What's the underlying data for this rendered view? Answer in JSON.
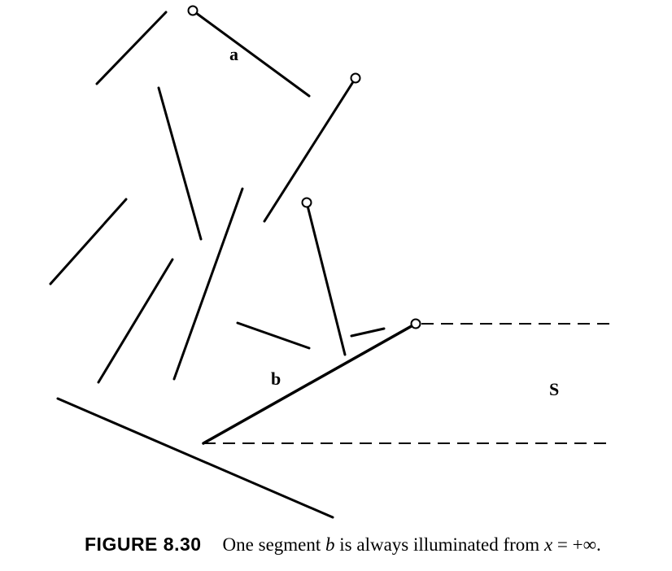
{
  "figure": {
    "labels": {
      "a": "a",
      "b": "b",
      "s": "S"
    }
  },
  "caption": {
    "number": "FIGURE 8.30",
    "text_before": "One segment ",
    "var_b": "b",
    "text_middle": " is always illuminated from ",
    "var_x": "x",
    "text_end": " = +∞."
  }
}
